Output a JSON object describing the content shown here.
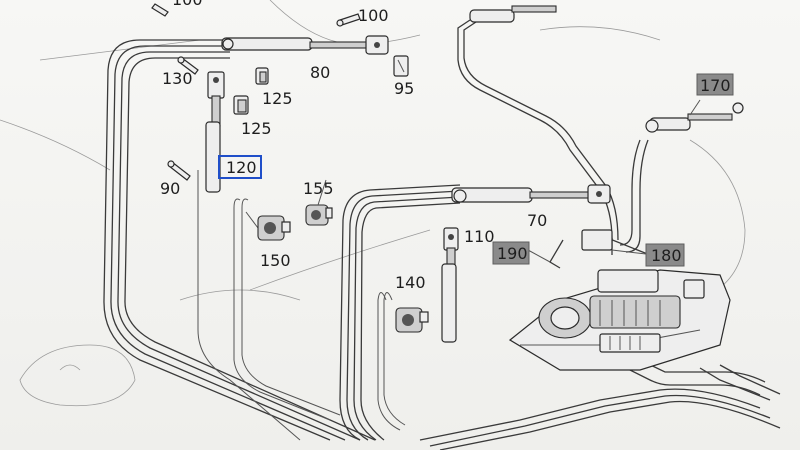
{
  "callouts": {
    "c_top": "100",
    "c100": "100",
    "c130": "130",
    "c80": "80",
    "c95": "95",
    "c125a": "125",
    "c125b": "125",
    "c120": "120",
    "c90": "90",
    "c155": "155",
    "c150": "150",
    "c70": "70",
    "c110": "110",
    "c140": "140",
    "c170": "170",
    "c190": "190",
    "c180": "180"
  },
  "colors": {
    "highlight_box": "#1f4ec9",
    "label_box_fill": "#8a8a8a",
    "line_color": "#3a3a3a",
    "background": "#f3f3f1"
  }
}
